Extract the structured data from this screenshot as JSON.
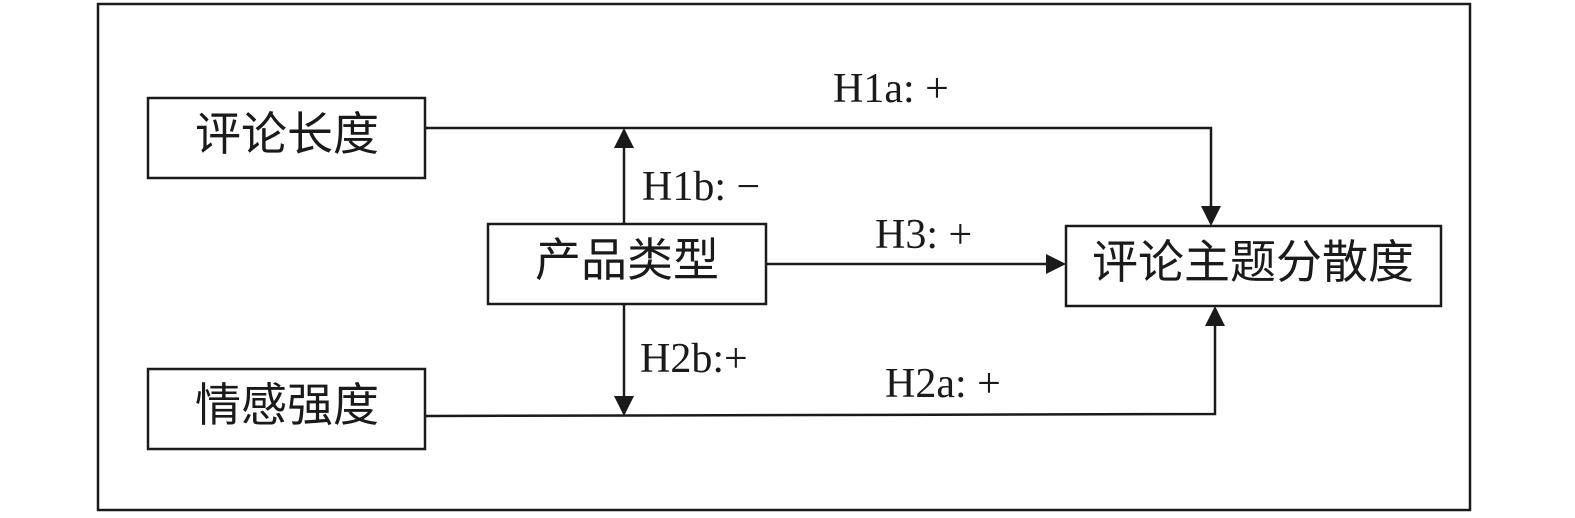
{
  "nodes": {
    "review_length": "评论长度",
    "emotion_intensity": "情感强度",
    "product_type": "产品类型",
    "topic_dispersion": "评论主题分散度"
  },
  "edges": {
    "h1a": "H1a: +",
    "h1b": "H1b: −",
    "h3": "H3: +",
    "h2b": "H2b:+",
    "h2a": "H2a: +"
  }
}
